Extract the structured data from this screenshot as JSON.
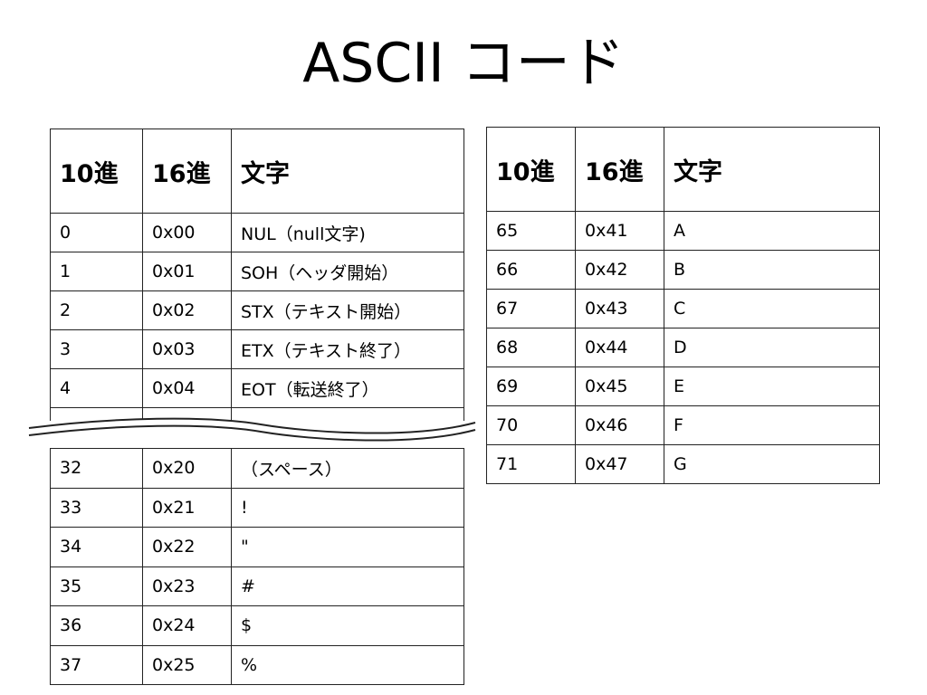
{
  "title": "ASCII コード",
  "headers": [
    "10進",
    "16進",
    "文字"
  ],
  "left_top_rows": [
    [
      "0",
      "0x00",
      "NUL（null文字)"
    ],
    [
      "1",
      "0x01",
      "SOH（ヘッダ開始）"
    ],
    [
      "2",
      "0x02",
      "STX（テキスト開始）"
    ],
    [
      "3",
      "0x03",
      "ETX（テキスト終了）"
    ],
    [
      "4",
      "0x04",
      "EOT（転送終了）"
    ]
  ],
  "left_bottom_rows": [
    [
      "32",
      "0x20",
      "（スペース）"
    ],
    [
      "33",
      "0x21",
      "!"
    ],
    [
      "34",
      "0x22",
      "\""
    ],
    [
      "35",
      "0x23",
      "#"
    ],
    [
      "36",
      "0x24",
      "$"
    ],
    [
      "37",
      "0x25",
      "%"
    ]
  ],
  "right_rows": [
    [
      "65",
      "0x41",
      "A"
    ],
    [
      "66",
      "0x42",
      "B"
    ],
    [
      "67",
      "0x43",
      "C"
    ],
    [
      "68",
      "0x44",
      "D"
    ],
    [
      "69",
      "0x45",
      "E"
    ],
    [
      "70",
      "0x46",
      "F"
    ],
    [
      "71",
      "0x47",
      "G"
    ]
  ]
}
